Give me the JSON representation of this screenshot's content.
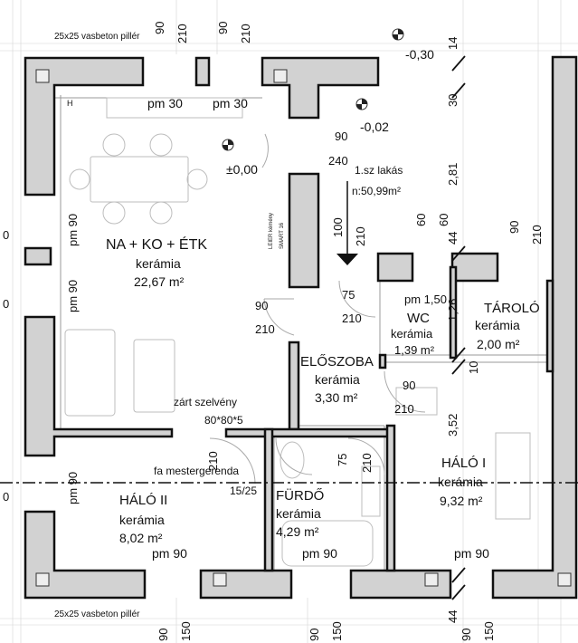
{
  "rooms": [
    {
      "name": "NA + KO + ÉTK",
      "material": "kerámia",
      "area": "22,67 m²"
    },
    {
      "name": "HÁLÓ II",
      "material": "kerámia",
      "area": "8,02 m²"
    },
    {
      "name": "FÜRDŐ",
      "material": "kerámia",
      "area": "4,29 m²"
    },
    {
      "name": "ELŐSZOBA",
      "material": "kerámia",
      "area": "3,30 m²"
    },
    {
      "name": "WC",
      "material": "kerámia",
      "area": "1,39 m²"
    },
    {
      "name": "TÁROLÓ",
      "material": "kerámia",
      "area": "2,00 m²"
    },
    {
      "name": "HÁLÓ I",
      "material": "kerámia",
      "area": "9,32 m²"
    }
  ],
  "labels": {
    "pillar_top": "25x25 vasbeton pillér",
    "pillar_bottom": "25x25 vasbeton pillér",
    "apartment": "1.sz lakás",
    "apartment_area": "n:50,99m²",
    "beam": "fa mestergerenda",
    "beam_size": "15/25",
    "section": "zárt szelvény",
    "section_size": "80*80*5",
    "chimney": "LEIER kémény",
    "chimney_model": "SMART 16",
    "window_marker": "H"
  },
  "levels": {
    "l1": "-0,30",
    "l2": "-0,02",
    "l3": "±0,00"
  },
  "dims": {
    "top_90a": "90",
    "top_210a": "210",
    "top_90b": "90",
    "top_210b": "210",
    "pm30a": "pm 30",
    "pm30b": "pm 30",
    "d90_240": "90",
    "d240": "240",
    "d100": "100",
    "d210_mid": "210",
    "d60a": "60",
    "d60b": "60",
    "d90_r": "90",
    "d210_r": "210",
    "d44a": "44",
    "d44b": "44",
    "d14": "14",
    "d30": "30",
    "d281": "2,81",
    "d126": "1,26",
    "d10": "10",
    "d352": "3,52",
    "pm150": "pm 1,50",
    "d75a": "75",
    "d210b": "210",
    "d90_left": "90",
    "d210_left": "210",
    "pm90_a": "pm 90",
    "pm90_b": "pm 90",
    "pm90_c": "pm 90",
    "pm90_d": "pm 90",
    "pm90_e": "pm 90",
    "pm90_f": "pm 90",
    "d90_ws": "90",
    "d210_ws": "210",
    "d210_h2": "210",
    "d75_f": "75",
    "d210_f": "210",
    "bot_90a": "90",
    "bot_150a": "150",
    "bot_90b": "90",
    "bot_150b": "150",
    "bot_90c": "90",
    "bot_150c": "150",
    "side_0a": "0",
    "side_0b": "0",
    "side_0c": "0"
  }
}
